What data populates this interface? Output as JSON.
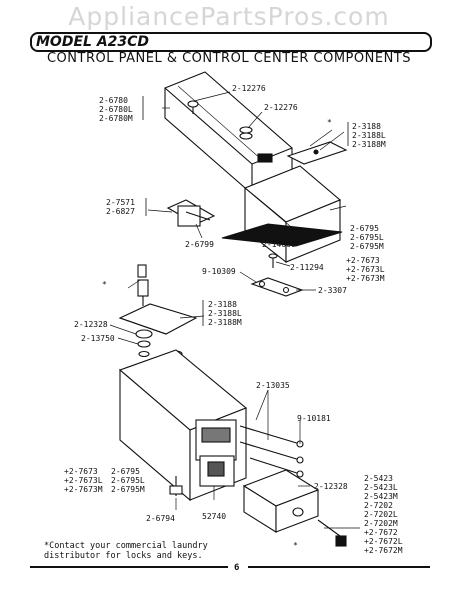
{
  "watermark": "AppliancePartsPros.com",
  "model_title": "MODEL A23CD",
  "page_title": "CONTROL PANEL & CONTROL CENTER COMPONENTS",
  "labels": {
    "l_12276a": "2-12276",
    "l_6780": "2-6780\n2-6780L\n2-6780M",
    "l_12276b": "2-12276",
    "l_3188top": "2-3188\n2-3188L\n2-3188M",
    "l_7571": "2-7571\n2-6827",
    "l_6799": "2-6799",
    "l_14660": "2-14660",
    "l_6795top": "2-6795\n2-6795L\n2-6795M",
    "l_10309": "9-10309",
    "l_11294": "2-11294",
    "l_7673top": "+2-7673\n+2-7673L\n+2-7673M",
    "l_3307": "2-3307",
    "l_3188mid": "2-3188\n2-3188L\n2-3188M",
    "l_12328a": "2-12328",
    "l_13750": "2-13750",
    "l_13035": "2-13035",
    "l_10181": "9-10181",
    "l_7673bot": "+2-7673\n+2-7673L\n+2-7673M",
    "l_6795bot": "2-6795\n2-6795L\n2-6795M",
    "l_12328b": "2-12328",
    "l_5423": "2-5423\n2-5423L\n2-5423M\n2-7202\n2-7202L\n2-7202M\n+2-7672\n+2-7672L\n+2-7672M",
    "l_6794": "2-6794",
    "l_52740": "52740",
    "star1": "*",
    "star2": "*",
    "star3": "*"
  },
  "note": "*Contact your commercial laundry\ndistributor for locks and keys.",
  "page_number": "6"
}
